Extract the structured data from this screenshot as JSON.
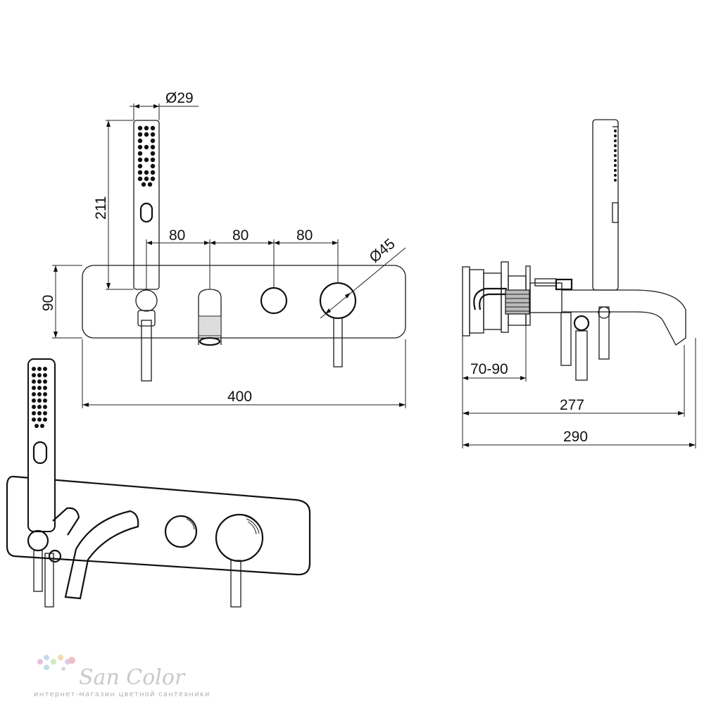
{
  "front_view": {
    "dim_hand_shower_diameter": "Ø29",
    "dim_hand_shower_height": "211",
    "dim_spacing_1": "80",
    "dim_spacing_2": "80",
    "dim_spacing_3": "80",
    "dim_handle_diameter": "Ø45",
    "dim_plate_height": "90",
    "dim_plate_width": "400"
  },
  "side_view": {
    "dim_wall_depth": "70-90",
    "dim_spout_reach": "277",
    "dim_total_depth": "290"
  },
  "logo": {
    "name": "San Color",
    "tagline": "интернет-магазин цветной сантехники"
  }
}
